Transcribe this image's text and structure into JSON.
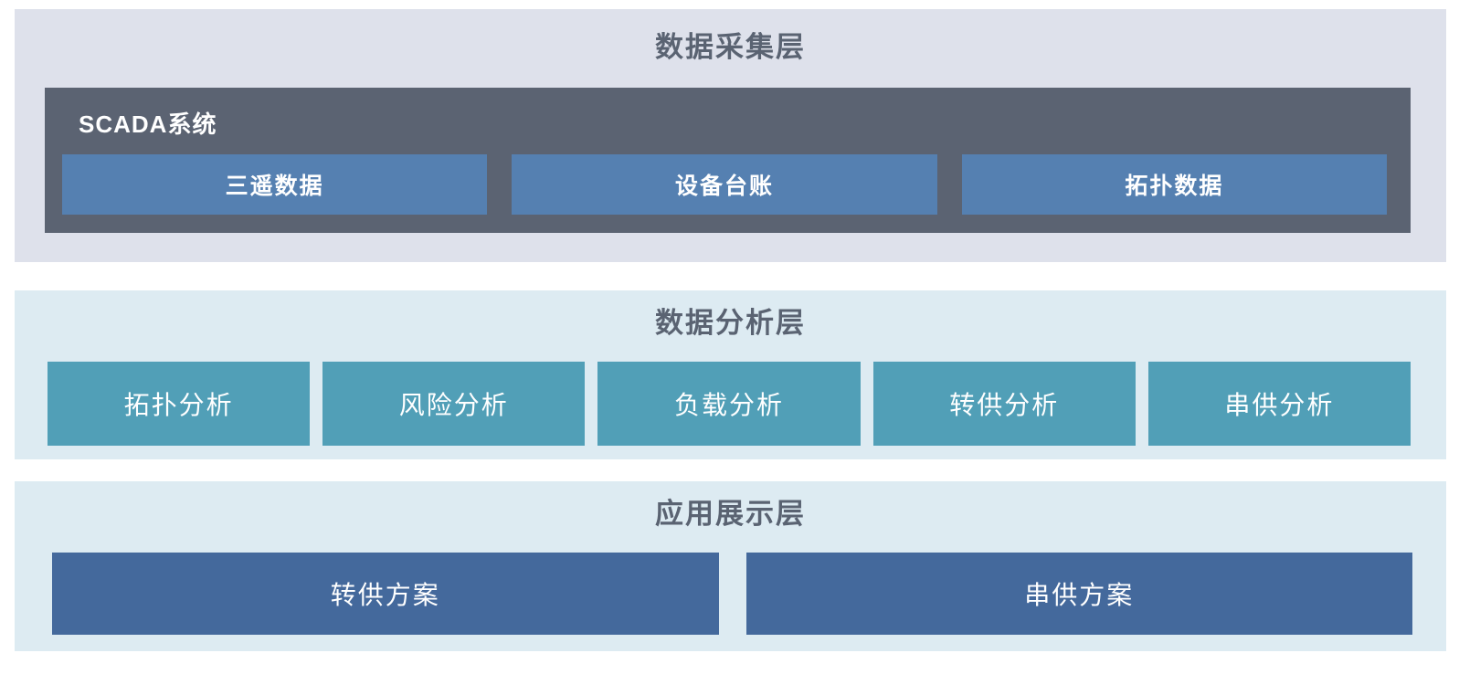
{
  "colors": {
    "page_bg": "#ffffff",
    "collect_layer_bg": "#dee1eb",
    "scada_container_bg": "#5b6372",
    "scada_item_bg": "#5580b1",
    "analysis_layer_bg": "#ddebf2",
    "analysis_item_bg": "#519fb7",
    "app_layer_bg": "#ddebf2",
    "app_item_bg": "#44699c",
    "layer_title_color": "#5a6372",
    "item_text_color": "#ffffff"
  },
  "layers": {
    "collect": {
      "title": "数据采集层",
      "scada": {
        "label": "SCADA系统",
        "items": [
          {
            "label": "三遥数据"
          },
          {
            "label": "设备台账"
          },
          {
            "label": "拓扑数据"
          }
        ]
      }
    },
    "analysis": {
      "title": "数据分析层",
      "items": [
        {
          "label": "拓扑分析"
        },
        {
          "label": "风险分析"
        },
        {
          "label": "负载分析"
        },
        {
          "label": "转供分析"
        },
        {
          "label": "串供分析"
        }
      ]
    },
    "app": {
      "title": "应用展示层",
      "items": [
        {
          "label": "转供方案"
        },
        {
          "label": "串供方案"
        }
      ]
    }
  }
}
